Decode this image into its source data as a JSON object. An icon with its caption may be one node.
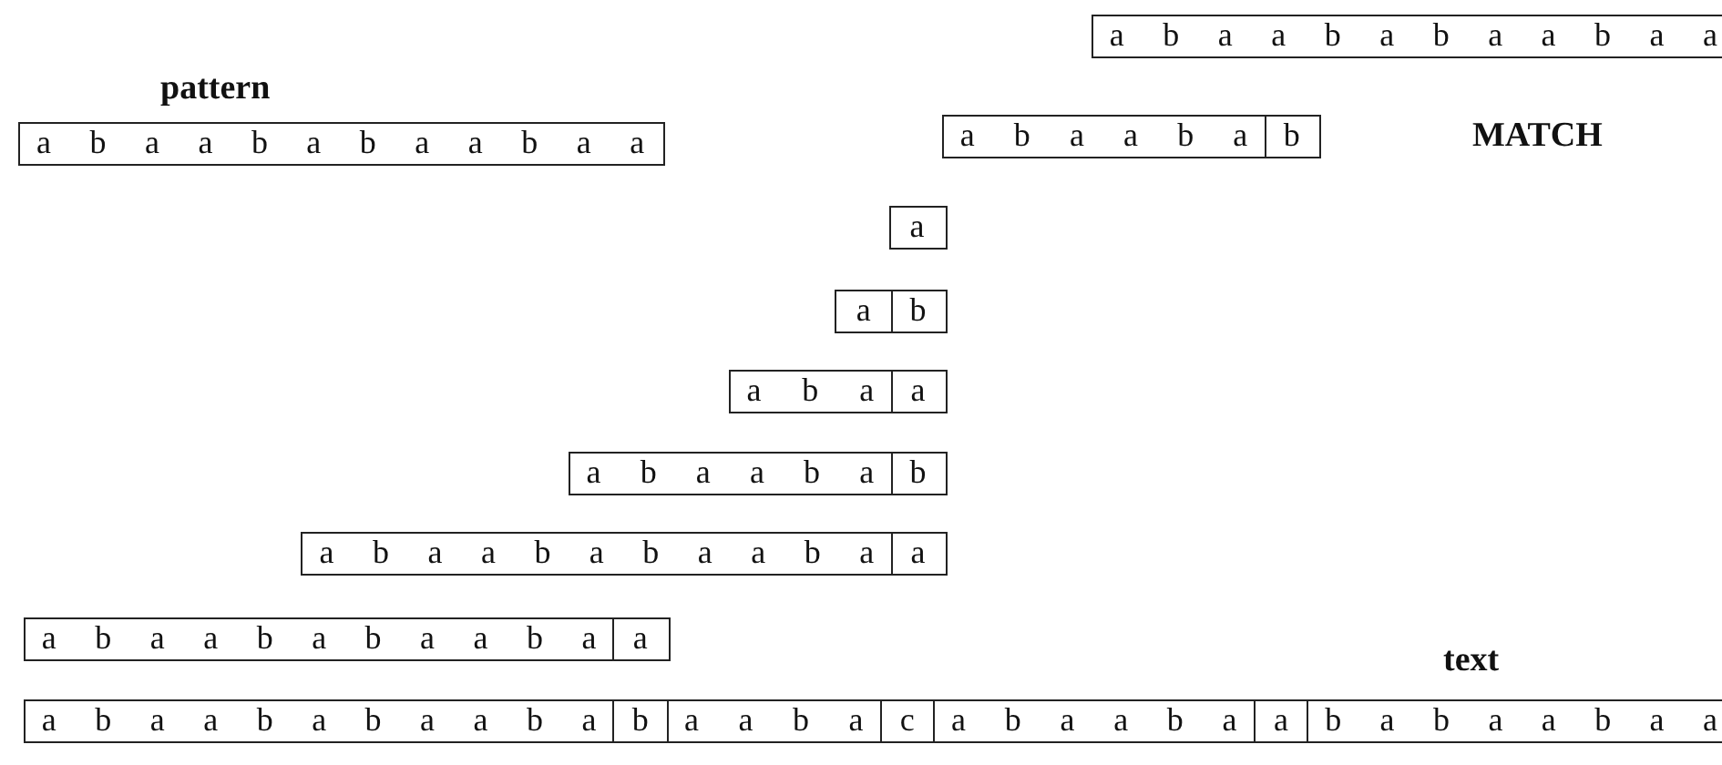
{
  "diagram": {
    "nodes": [
      {
        "text": [
          "a b a a b a b a a b a a"
        ]
      },
      {
        "text": [
          "pattern",
          "a b a a b a b a a b a a"
        ]
      },
      {
        "text": [
          "a b a a b a",
          "b"
        ]
      },
      {
        "text": [
          "a"
        ]
      },
      {
        "text": [
          "a",
          "b"
        ]
      },
      {
        "text": [
          "a b a",
          "a"
        ]
      },
      {
        "text": [
          "a b a a b a",
          "b"
        ]
      },
      {
        "text": [
          "a b a a b a b a a b a",
          "a"
        ]
      },
      {
        "text": [
          "a b a a b a b a a b a",
          "a"
        ]
      },
      {
        "text": [
          "text",
          "a b a a b a b a a b a",
          "b",
          "a a b a",
          "c",
          "a b a a b a",
          "a",
          "b a b a a b a a"
        ]
      }
    ],
    "labels": [
      "MATCH"
    ]
  }
}
